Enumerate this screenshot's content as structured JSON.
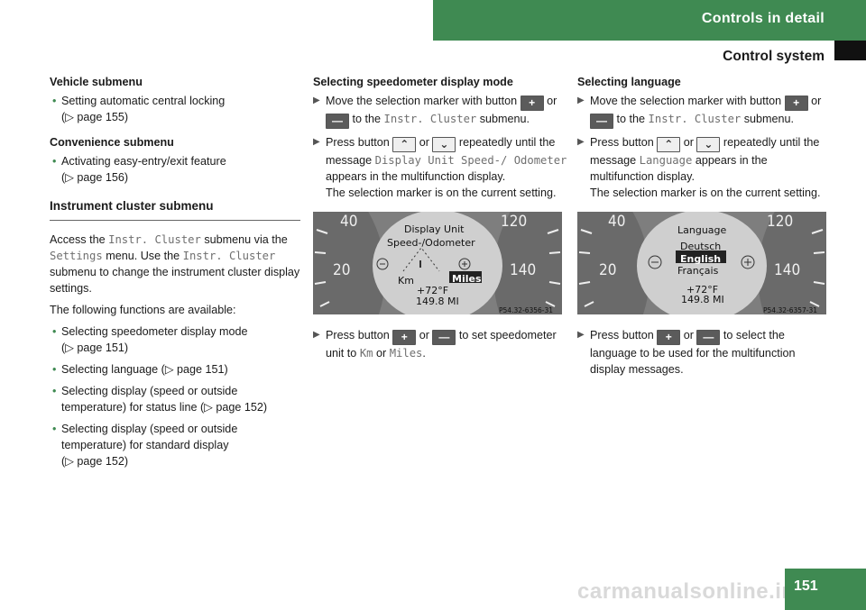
{
  "header": {
    "section": "Controls in detail",
    "subsection": "Control system"
  },
  "page_number": "151",
  "watermark": "carmanualsonline.info",
  "colors": {
    "accent_green": "#3f8a52",
    "button_dark": "#5b5b5b"
  },
  "icons": {
    "plus": "plus-button-icon",
    "minus": "minus-button-icon",
    "up": "up-button-icon",
    "down": "down-button-icon",
    "bullet": "bullet-icon",
    "step": "arrow-right-icon"
  },
  "col1": {
    "vehicle_title": "Vehicle submenu",
    "vehicle_item_1": "Setting automatic central locking",
    "vehicle_item_1_ref": "(▷ page 155)",
    "convenience_title": "Convenience submenu",
    "convenience_item_1": "Activating easy-entry/exit feature",
    "convenience_item_1_ref": "(▷ page 156)",
    "section_title": "Instrument cluster submenu",
    "access_1": "Access the ",
    "access_mono_1": "Instr. Cluster",
    "access_2": " submenu via the ",
    "access_mono_2": "Settings",
    "access_3": " menu. Use the ",
    "access_mono_3": "Instr. Cluster",
    "access_4": " submenu to change the instrument cluster display settings.",
    "available": "The following functions are available:",
    "items": [
      {
        "text": "Selecting speedometer display mode",
        "ref": "(▷ page 151)"
      },
      {
        "text": "Selecting language (▷ page 151)",
        "ref": ""
      },
      {
        "text": "Selecting display (speed or outside temperature) for status line (▷ page 152)",
        "ref": ""
      },
      {
        "text": "Selecting display (speed or outside temperature) for standard display",
        "ref": "(▷ page 152)"
      }
    ]
  },
  "col2": {
    "title": "Selecting speedometer display mode",
    "step1_a": "Move the selection marker with button",
    "or": "or",
    "step1_b": "to the",
    "step1_mono": "Instr. Cluster",
    "step1_c": "submenu.",
    "step2_a": "Press button",
    "step2_b": "repeatedly until the message",
    "step2_mono": "Display Unit Speed-/ Odometer",
    "step2_c": "appears in the multifunction display.",
    "step2_d": "The selection marker is on the current setting.",
    "image": {
      "line1": "Display Unit",
      "line2": "Speed-/Odometer",
      "opt_km": "Km",
      "opt_miles": "Miles",
      "temp": "+72°F",
      "odo": "149.8 MI",
      "gauge_40": "40",
      "gauge_20": "20",
      "gauge_120": "120",
      "gauge_140": "140",
      "code": "P54.32-6356-31"
    },
    "step3_a": "Press button",
    "step3_b": "to set speedometer unit to",
    "step3_mono1": "Km",
    "step3_mono2": "Miles",
    "step3_end": "."
  },
  "col3": {
    "title": "Selecting language",
    "step1_a": "Move the selection marker with button",
    "or": "or",
    "step1_b": "to the",
    "step1_mono": "Instr. Cluster",
    "step1_c": "submenu.",
    "step2_a": "Press button",
    "step2_b": "repeatedly until the message",
    "step2_mono": "Language",
    "step2_c": "appears in the multifunction display.",
    "step2_d": "The selection marker is on the current setting.",
    "image": {
      "title": "Language",
      "lang1": "Deutsch",
      "lang2": "English",
      "lang3": "Français",
      "temp": "+72°F",
      "odo": "149.8 MI",
      "gauge_40": "40",
      "gauge_20": "20",
      "gauge_120": "120",
      "gauge_140": "140",
      "code": "P54.32-6357-31"
    },
    "step3_a": "Press button",
    "step3_b": "to select the language to be used for the multifunction display messages."
  }
}
